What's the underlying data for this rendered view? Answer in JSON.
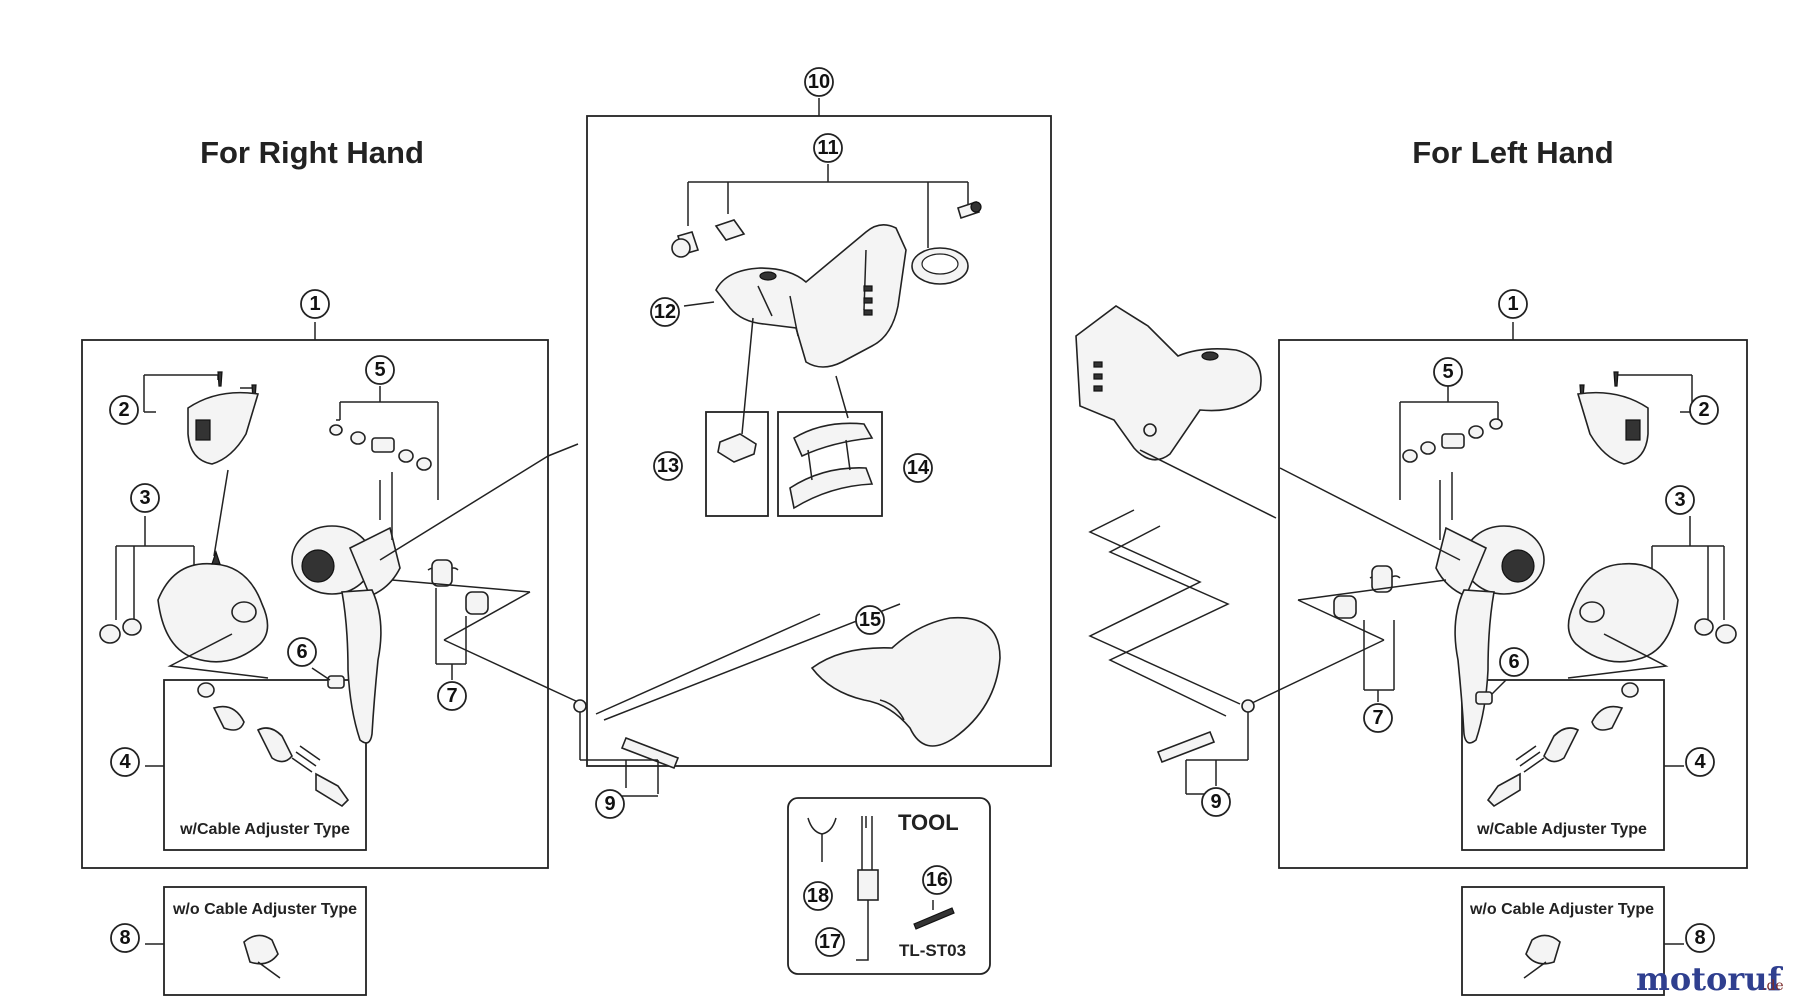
{
  "headings": {
    "right": "For Right Hand",
    "left": "For Left Hand"
  },
  "labels": {
    "with_adjuster": "w/Cable Adjuster Type",
    "without_adjuster": "w/o Cable Adjuster Type",
    "tool_heading": "TOOL",
    "tool_code": "TL-ST03"
  },
  "callouts": {
    "n1": "1",
    "n2": "2",
    "n3": "3",
    "n4": "4",
    "n5": "5",
    "n6": "6",
    "n7": "7",
    "n8": "8",
    "n9": "9",
    "n10": "10",
    "n11": "11",
    "n12": "12",
    "n13": "13",
    "n14": "14",
    "n15": "15",
    "n16": "16",
    "n17": "17",
    "n18": "18"
  },
  "watermark": {
    "brand": "motoruf",
    "tld": ".de"
  }
}
